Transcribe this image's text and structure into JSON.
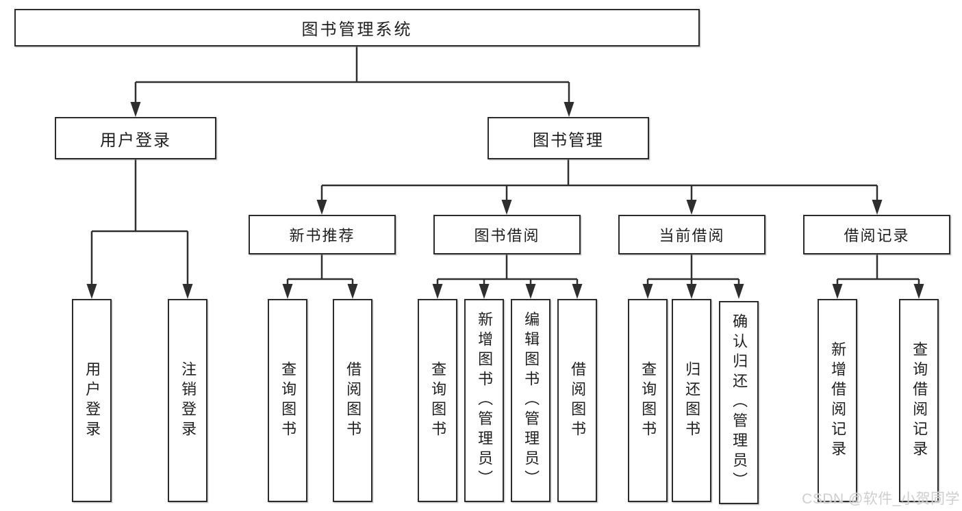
{
  "colors": {
    "line": "#2e2e2e",
    "box_border": "#2b2b2b",
    "box_fill": "#ffffff",
    "text": "#1f1f1f",
    "watermark": "#cbcbcb"
  },
  "watermark": "CSDN @软件_小贺同学",
  "tree": {
    "root": {
      "label": "图书管理系统",
      "children": [
        {
          "label": "用户登录",
          "children": [
            {
              "label": "用户登录"
            },
            {
              "label": "注销登录"
            }
          ]
        },
        {
          "label": "图书管理",
          "children": [
            {
              "label": "新书推荐",
              "children": [
                {
                  "label": "查询图书"
                },
                {
                  "label": "借阅图书"
                }
              ]
            },
            {
              "label": "图书借阅",
              "children": [
                {
                  "label": "查询图书"
                },
                {
                  "label": "新增图书（管理员）"
                },
                {
                  "label": "编辑图书（管理员）"
                },
                {
                  "label": "借阅图书"
                }
              ]
            },
            {
              "label": "当前借阅",
              "children": [
                {
                  "label": "查询图书"
                },
                {
                  "label": "归还图书"
                },
                {
                  "label": "确认归还（管理员）"
                }
              ]
            },
            {
              "label": "借阅记录",
              "children": [
                {
                  "label": "新增借阅记录"
                },
                {
                  "label": "查询借阅记录"
                }
              ]
            }
          ]
        }
      ]
    }
  }
}
